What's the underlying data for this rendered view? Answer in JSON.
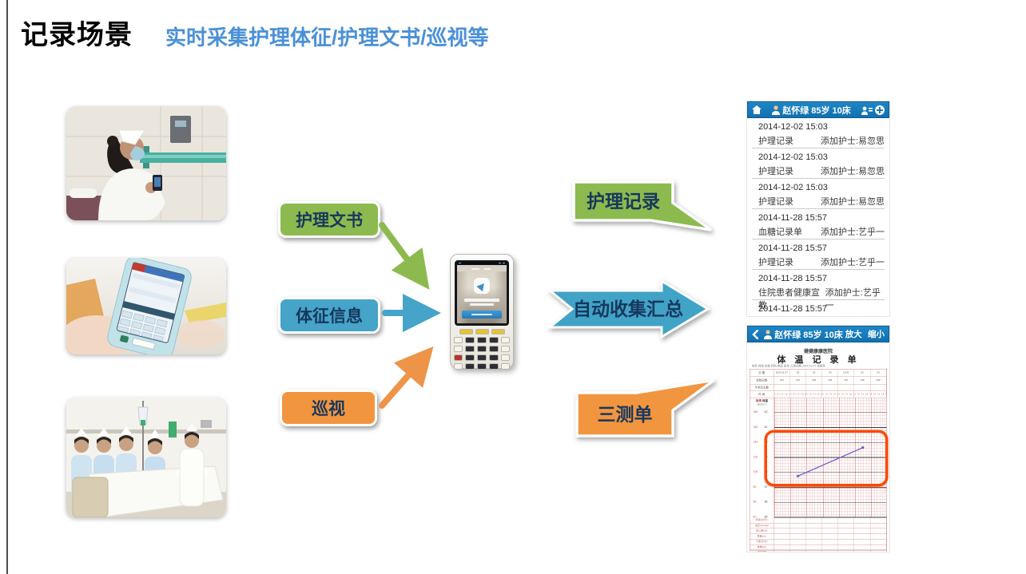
{
  "header": {
    "title": "记录场景",
    "subtitle": "实时采集护理体征/护理文书/巡视等"
  },
  "flow": {
    "inputs": [
      {
        "label": "护理文书"
      },
      {
        "label": "体征信息"
      },
      {
        "label": "巡视"
      }
    ],
    "collect_arrow": "自动收集汇总",
    "callout_records": "护理记录",
    "callout_sheet": "三测单"
  },
  "colors": {
    "green": "#8cba4e",
    "teal": "#41a3c6",
    "orange": "#f2953f",
    "navy_text": "#17375e",
    "subtitle_blue": "#4a90d8",
    "phone_header_blue": "#1878ba",
    "highlight_orange": "#ff4800"
  },
  "records_phone": {
    "patient": "赵怀绿 85岁 10床",
    "rows": [
      {
        "time": "2014-12-02 15:03",
        "type": "护理记录",
        "nurse": "添加护士:易忽思"
      },
      {
        "time": "2014-12-02 15:03",
        "type": "护理记录",
        "nurse": "添加护士:易忽思"
      },
      {
        "time": "2014-12-02 15:03",
        "type": "护理记录",
        "nurse": "添加护士:易忽思"
      },
      {
        "time": "2014-11-28 15:57",
        "type": "血糖记录单",
        "nurse": "添加护士:艺乎一"
      },
      {
        "time": "2014-11-28 15:57",
        "type": "护理记录",
        "nurse": "添加护士:艺乎一"
      },
      {
        "time": "2014-11-28 15:57",
        "type": "住院患者健康宣教",
        "nurse": "添加护士:艺乎一"
      },
      {
        "time": "2014-11-28 15:57",
        "type": "",
        "nurse": ""
      }
    ]
  },
  "chart_phone": {
    "patient": "赵怀绿 85岁 10床",
    "zoom_in": "放大",
    "zoom_out": "缩小",
    "hospital": "健健康康医院",
    "sheet_title": "体 温 记 录 单",
    "info_line": "姓名  性别  年龄  科别  病室  床号  入院日期 2014-11-27  住院号",
    "header_rows": {
      "date_label": "日 期",
      "date_values": [
        "2014-11-27",
        "28",
        "29",
        "30",
        "12-01",
        "02",
        "03"
      ],
      "days_label": "住院天数",
      "days_values": [
        "103",
        "104",
        "105",
        "106",
        "107",
        "108",
        "109"
      ],
      "postop_label": "手术后天数",
      "time_label": "时 间",
      "time_ticks": "2 6 10 14 18 22"
    },
    "axis": {
      "pulse_title": "脉搏",
      "temp_title": "体温",
      "pulse_unit": "(次/分)",
      "temp_unit": "(℃)",
      "pulse_ticks": [
        "180",
        "160",
        "140",
        "120",
        "100",
        "80",
        "60",
        "40"
      ],
      "temp_ticks": [
        "42",
        "41",
        "40",
        "39",
        "38",
        "37",
        "36",
        "35"
      ]
    },
    "bottom_rows": [
      "呼吸(次/分)",
      "血压(mmHg)",
      "摄入量(ml)",
      "尿量(ml)",
      "大便(次/日)",
      "体重(kg)",
      "过敏药物"
    ]
  }
}
